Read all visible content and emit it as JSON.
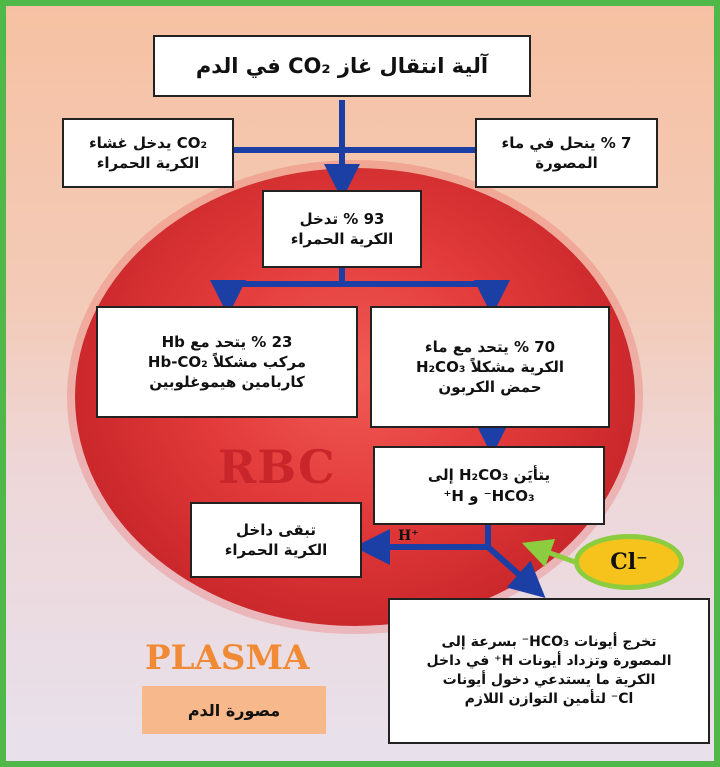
{
  "title": "آلية انتقال غاز CO₂ في الدم",
  "boxes": {
    "co2_enters": [
      "CO₂ يدخل غشاء",
      "الكرية الحمراء"
    ],
    "dissolves_plasma": [
      "7 % ينحل في ماء",
      "المصورة"
    ],
    "enters_rbc": [
      "93 % تدخل",
      "الكرية الحمراء"
    ],
    "hb_binding": [
      "23 % يتحد مع Hb",
      "مركب مشكلاً Hb-CO₂",
      "كاربامين هيموغلوبين"
    ],
    "water_binding": [
      "70 % يتحد مع ماء",
      "الكرية مشكلاً H₂CO₃",
      "حمض الكربون"
    ],
    "ionization": [
      "يتأيَن H₂CO₃ إلى",
      "HCO₃⁻ و H⁺"
    ],
    "stays_inside": [
      "تبقى داخل",
      "الكرية الحمراء"
    ],
    "exit_ions": [
      "تخرج أيونات HCO₃⁻ بسرعة إلى",
      "المصورة وتزداد أيونات H⁺ في داخل",
      "الكرية ما يستدعي دخول أيونات",
      "Cl⁻ لتأمين التوازن اللازم"
    ]
  },
  "labels": {
    "rbc": "RBC",
    "plasma": "PLASMA",
    "plasma_ar": "مصورة الدم",
    "h_ion": "H⁺",
    "cl_ion": "Cl⁻"
  },
  "colors": {
    "arrow_blue": "#1c3fa6",
    "border_green": "#4fb848",
    "rbc_red": "#c8262a",
    "plasma_orange": "#f08a34",
    "cl_yellow": "#f5c31b",
    "cl_arrow_green": "#8ccc3f"
  }
}
